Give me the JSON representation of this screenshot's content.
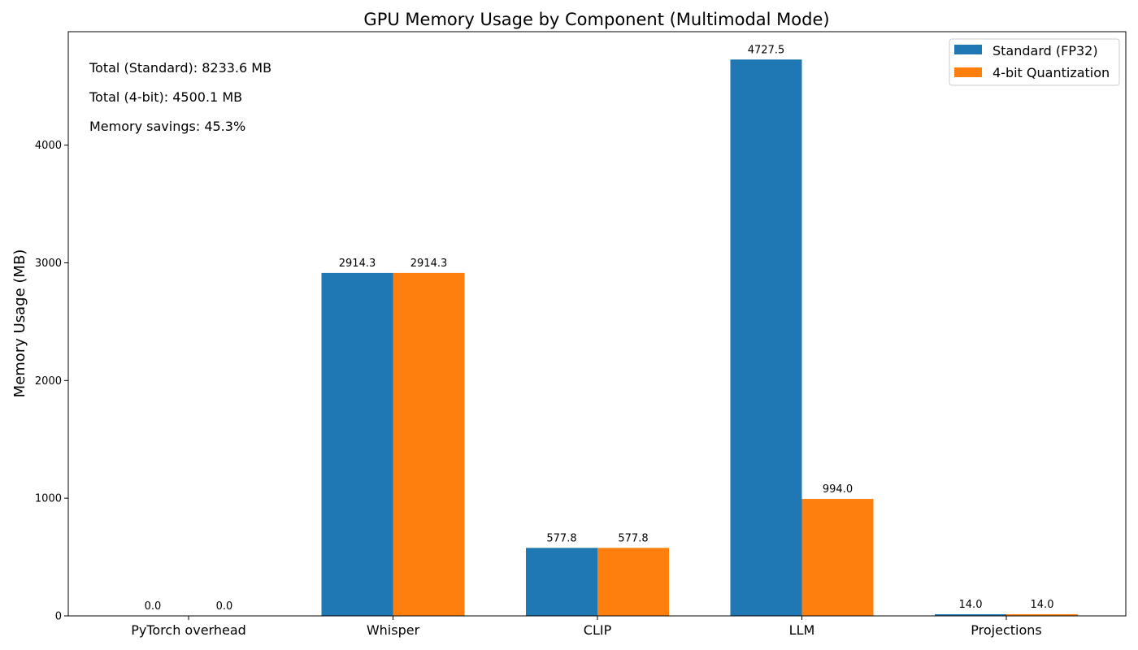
{
  "chart_data": {
    "type": "bar",
    "title": "GPU Memory Usage by Component (Multimodal Mode)",
    "xlabel": "",
    "ylabel": "Memory Usage (MB)",
    "categories": [
      "PyTorch overhead",
      "Whisper",
      "CLIP",
      "LLM",
      "Projections"
    ],
    "series": [
      {
        "name": "Standard (FP32)",
        "values": [
          0.0,
          2914.3,
          577.8,
          4727.5,
          14.0
        ],
        "labels": [
          "0.0",
          "2914.3",
          "577.8",
          "4727.5",
          "14.0"
        ],
        "color": "#1f77b4"
      },
      {
        "name": "4-bit Quantization",
        "values": [
          0.0,
          2914.3,
          577.8,
          994.0,
          14.0
        ],
        "labels": [
          "0.0",
          "2914.3",
          "577.8",
          "994.0",
          "14.0"
        ],
        "color": "#ff7f0e"
      }
    ],
    "ylim": [
      0,
      4964
    ],
    "yticks": [
      0,
      1000,
      2000,
      3000,
      4000
    ],
    "yticklabels": [
      "0",
      "1000",
      "2000",
      "3000",
      "4000"
    ],
    "grid": false,
    "legend_position": "top-right",
    "annotations": [
      "Total (Standard): 8233.6 MB",
      "Total (4-bit): 4500.1 MB",
      "Memory savings: 45.3%"
    ]
  }
}
